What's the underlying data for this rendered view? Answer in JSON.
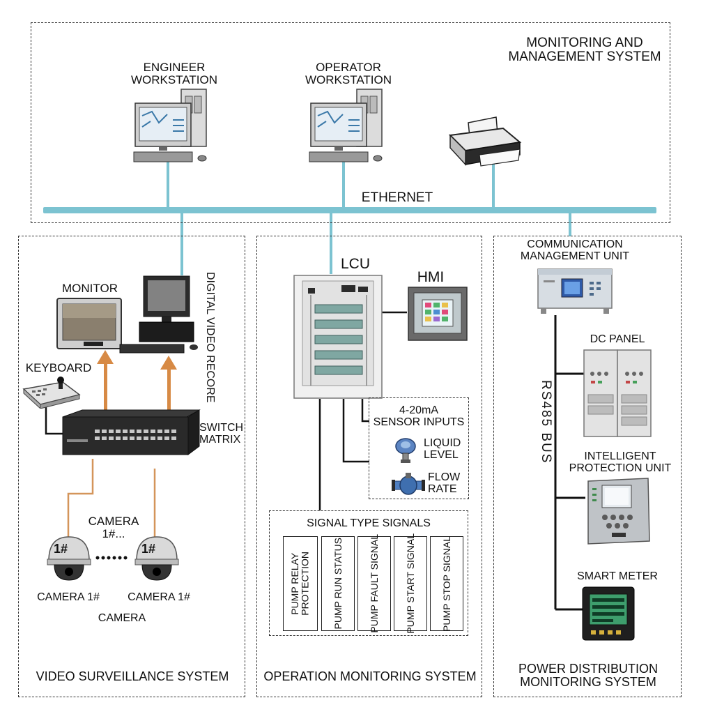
{
  "monitoring": {
    "title_line1": "MONITORING AND",
    "title_line2": "MANAGEMENT SYSTEM",
    "engineer_line1": "ENGINEER",
    "engineer_line2": "WORKSTATION",
    "operator_line1": "OPERATOR",
    "operator_line2": "WORKSTATION",
    "ethernet": "ETHERNET"
  },
  "video": {
    "title": "VIDEO SURVEILLANCE SYSTEM",
    "monitor": "MONITOR",
    "dvr": "DIGITAL VIDEO RECORE",
    "keyboard": "KEYBOARD",
    "switch_line1": "SWITCH",
    "switch_line2": "MATRIX",
    "camera_group_line1": "CAMERA",
    "camera_group_line2": "1#...",
    "camera_left_tag": "1#",
    "camera_right_tag": "1#",
    "camera_left_label": "CAMERA 1#",
    "camera_right_label": "CAMERA 1#",
    "camera_bottom": "CAMERA"
  },
  "operation": {
    "title": "OPERATION MONITORING SYSTEM",
    "lcu": "LCU",
    "hmi": "HMI",
    "sensor_line1": "4-20mA",
    "sensor_line2": "SENSOR INPUTS",
    "liquid_line1": "LIQUID",
    "liquid_line2": "LEVEL",
    "flow_line1": "FLOW",
    "flow_line2": "RATE",
    "signals_title": "SIGNAL TYPE SIGNALS",
    "signals": [
      "PUMP RELAY\nPROTECTION",
      "PUMP RUN STATUS",
      "PUMP FAULT SIGNAL",
      "PUMP START SIGNAL",
      "PUMP STOP SIGNAL"
    ]
  },
  "power": {
    "title_line1": "POWER DISTRIBUTION",
    "title_line2": "MONITORING SYSTEM",
    "cmu_line1": "COMMUNICATION",
    "cmu_line2": "MANAGEMENT UNIT",
    "dc_panel": "DC PANEL",
    "ipu_line1": "INTELLIGENT",
    "ipu_line2": "PROTECTION UNIT",
    "smart_meter": "SMART METER",
    "bus": "RS485 BUS"
  },
  "colors": {
    "ethernet": "#7cc3d1",
    "video_link": "#d4955a",
    "arrow": "#d78a45"
  }
}
